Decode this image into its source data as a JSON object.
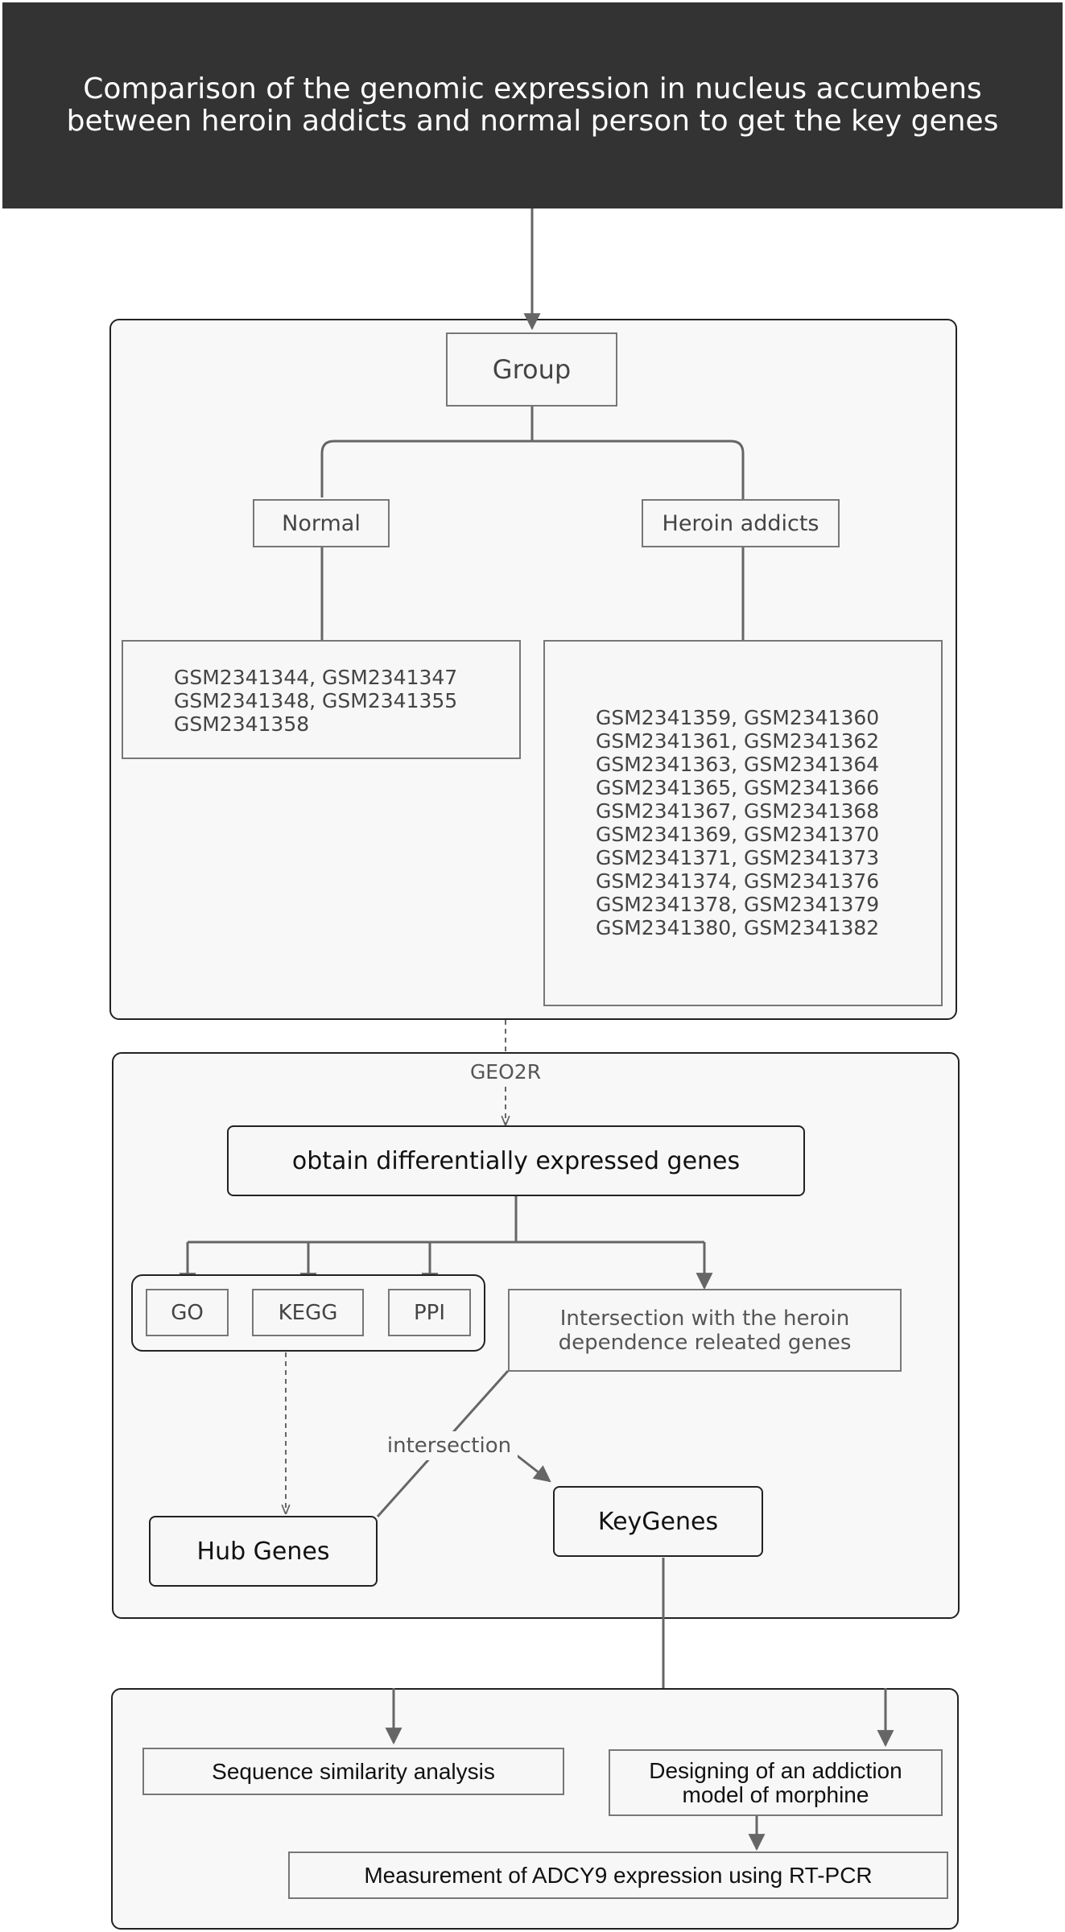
{
  "header": {
    "title": "Comparison of the genomic expression in nucleus accumbens\nbetween heroin addicts and normal person to get the key genes"
  },
  "group_panel": {
    "group_label": "Group",
    "normal_label": "Normal",
    "heroin_label": "Heroin addicts",
    "normal_samples": "GSM2341344, GSM2341347\nGSM2341348, GSM2341355\nGSM2341358",
    "heroin_samples": "GSM2341359, GSM2341360\nGSM2341361, GSM2341362\nGSM2341363, GSM2341364\nGSM2341365, GSM2341366\nGSM2341367, GSM2341368\nGSM2341369, GSM2341370\nGSM2341371, GSM2341373\nGSM2341374, GSM2341376\nGSM2341378, GSM2341379\nGSM2341380, GSM2341382"
  },
  "analysis_panel": {
    "geo2r_label": "GEO2R",
    "deg_label": "obtain differentially expressed genes",
    "go_label": "GO",
    "kegg_label": "KEGG",
    "ppi_label": "PPI",
    "intersection_box_label": "Intersection with the heroin\ndependence releated genes",
    "intersection_label": "intersection",
    "hub_genes_label": "Hub Genes",
    "key_genes_label": "KeyGenes"
  },
  "validation_panel": {
    "sequence_label": "Sequence similarity analysis",
    "model_label": "Designing of an addiction\nmodel of morphine",
    "measurement_label": "Measurement of ADCY9 expression using RT-PCR"
  }
}
